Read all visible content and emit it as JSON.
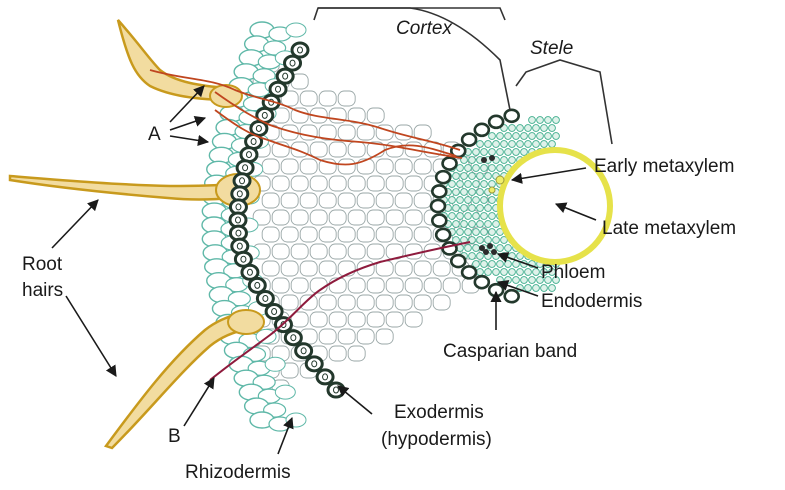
{
  "labels": {
    "cortex": "Cortex",
    "stele": "Stele",
    "early_metaxylem": "Early metaxylem",
    "late_metaxylem": "Late metaxylem",
    "phloem": "Phloem",
    "endodermis": "Endodermis",
    "casparian_band": "Casparian band",
    "exodermis_line1": "Exodermis",
    "exodermis_line2": "(hypodermis)",
    "rhizodermis": "Rhizodermis",
    "root_line1": "Root",
    "root_line2": "hairs",
    "a": "A",
    "b": "B"
  },
  "colors": {
    "rhizodermis_cells": "#5fb8a8",
    "cortex_cells": "#9aa7a7",
    "exodermis_ring": "#23382c",
    "root_hair_fill": "#f2dca0",
    "root_hair_edge": "#c89a1d",
    "apoplast_path": "#c0461f",
    "symplast_path": "#8e1b3d",
    "stele_cells": "#3fae8d",
    "late_metaxylem": "#e6e24a"
  }
}
